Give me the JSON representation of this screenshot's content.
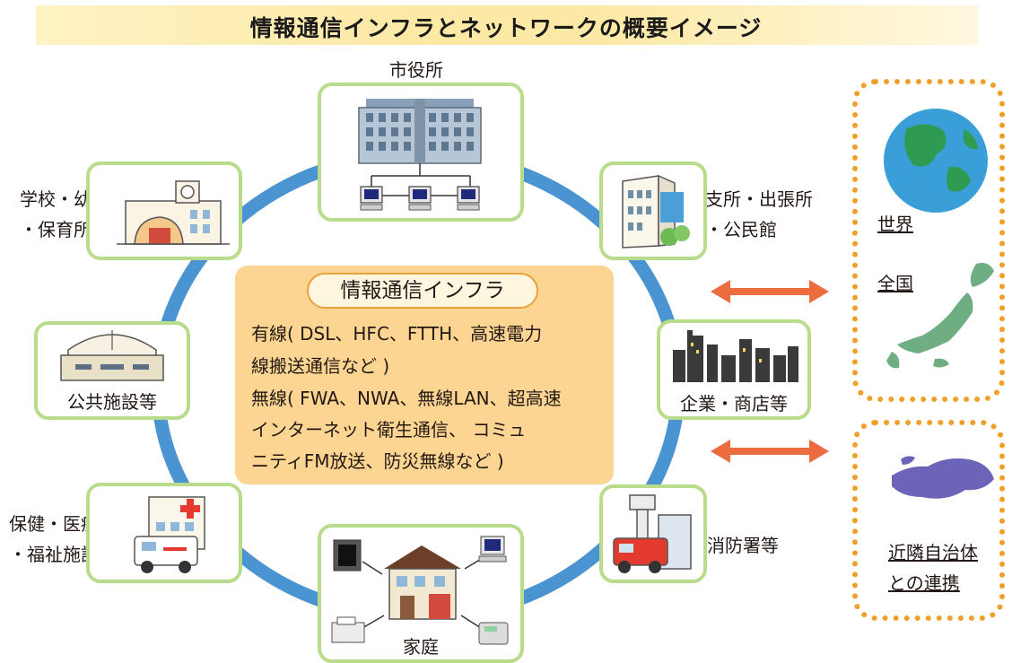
{
  "title": "情報通信インフラとネットワークの概要イメージ",
  "colors": {
    "ring": "#4a94d2",
    "node_border": "#b9dc8c",
    "infra_fill": "#fbd591",
    "infra_border": "#e9a23b",
    "arrow": "#ec6b3f",
    "dotted": "#f0a028",
    "globe_ocean": "#3a9fd8",
    "globe_land": "#2e9a52",
    "map_land": "#6fae82",
    "region_land": "#6c64b8"
  },
  "nodes": {
    "city_hall": {
      "label": "市役所",
      "icon": "office-building-icon"
    },
    "school": {
      "label_line1": "学校・幼稚園",
      "label_line2": "・保育所",
      "icon": "school-icon"
    },
    "branch": {
      "label_line1": "支所・出張所",
      "label_line2": "・公民館",
      "icon": "branch-building-icon"
    },
    "public": {
      "label": "公共施設等",
      "icon": "public-facility-icon"
    },
    "business": {
      "label": "企業・商店等",
      "icon": "city-skyline-icon"
    },
    "health": {
      "label_line1": "保健・医療",
      "label_line2": "・福祉施設等",
      "icon": "hospital-ambulance-icon"
    },
    "fire": {
      "label": "消防署等",
      "icon": "fire-station-icon"
    },
    "home": {
      "label": "家庭",
      "icon": "house-devices-icon"
    }
  },
  "infra": {
    "title": "情報通信インフラ",
    "lines": [
      "有線( DSL、HFC、FTTH、高速電力",
      "線搬送通信など )",
      "無線( FWA、NWA、無線LAN、超高速",
      "インターネット衛生通信、 コミュ",
      "ニティFM放送、防災無線など )"
    ]
  },
  "external": {
    "world": "世界",
    "national": "全国",
    "neighbors_line1": "近隣自治体",
    "neighbors_line2": "との連携"
  }
}
